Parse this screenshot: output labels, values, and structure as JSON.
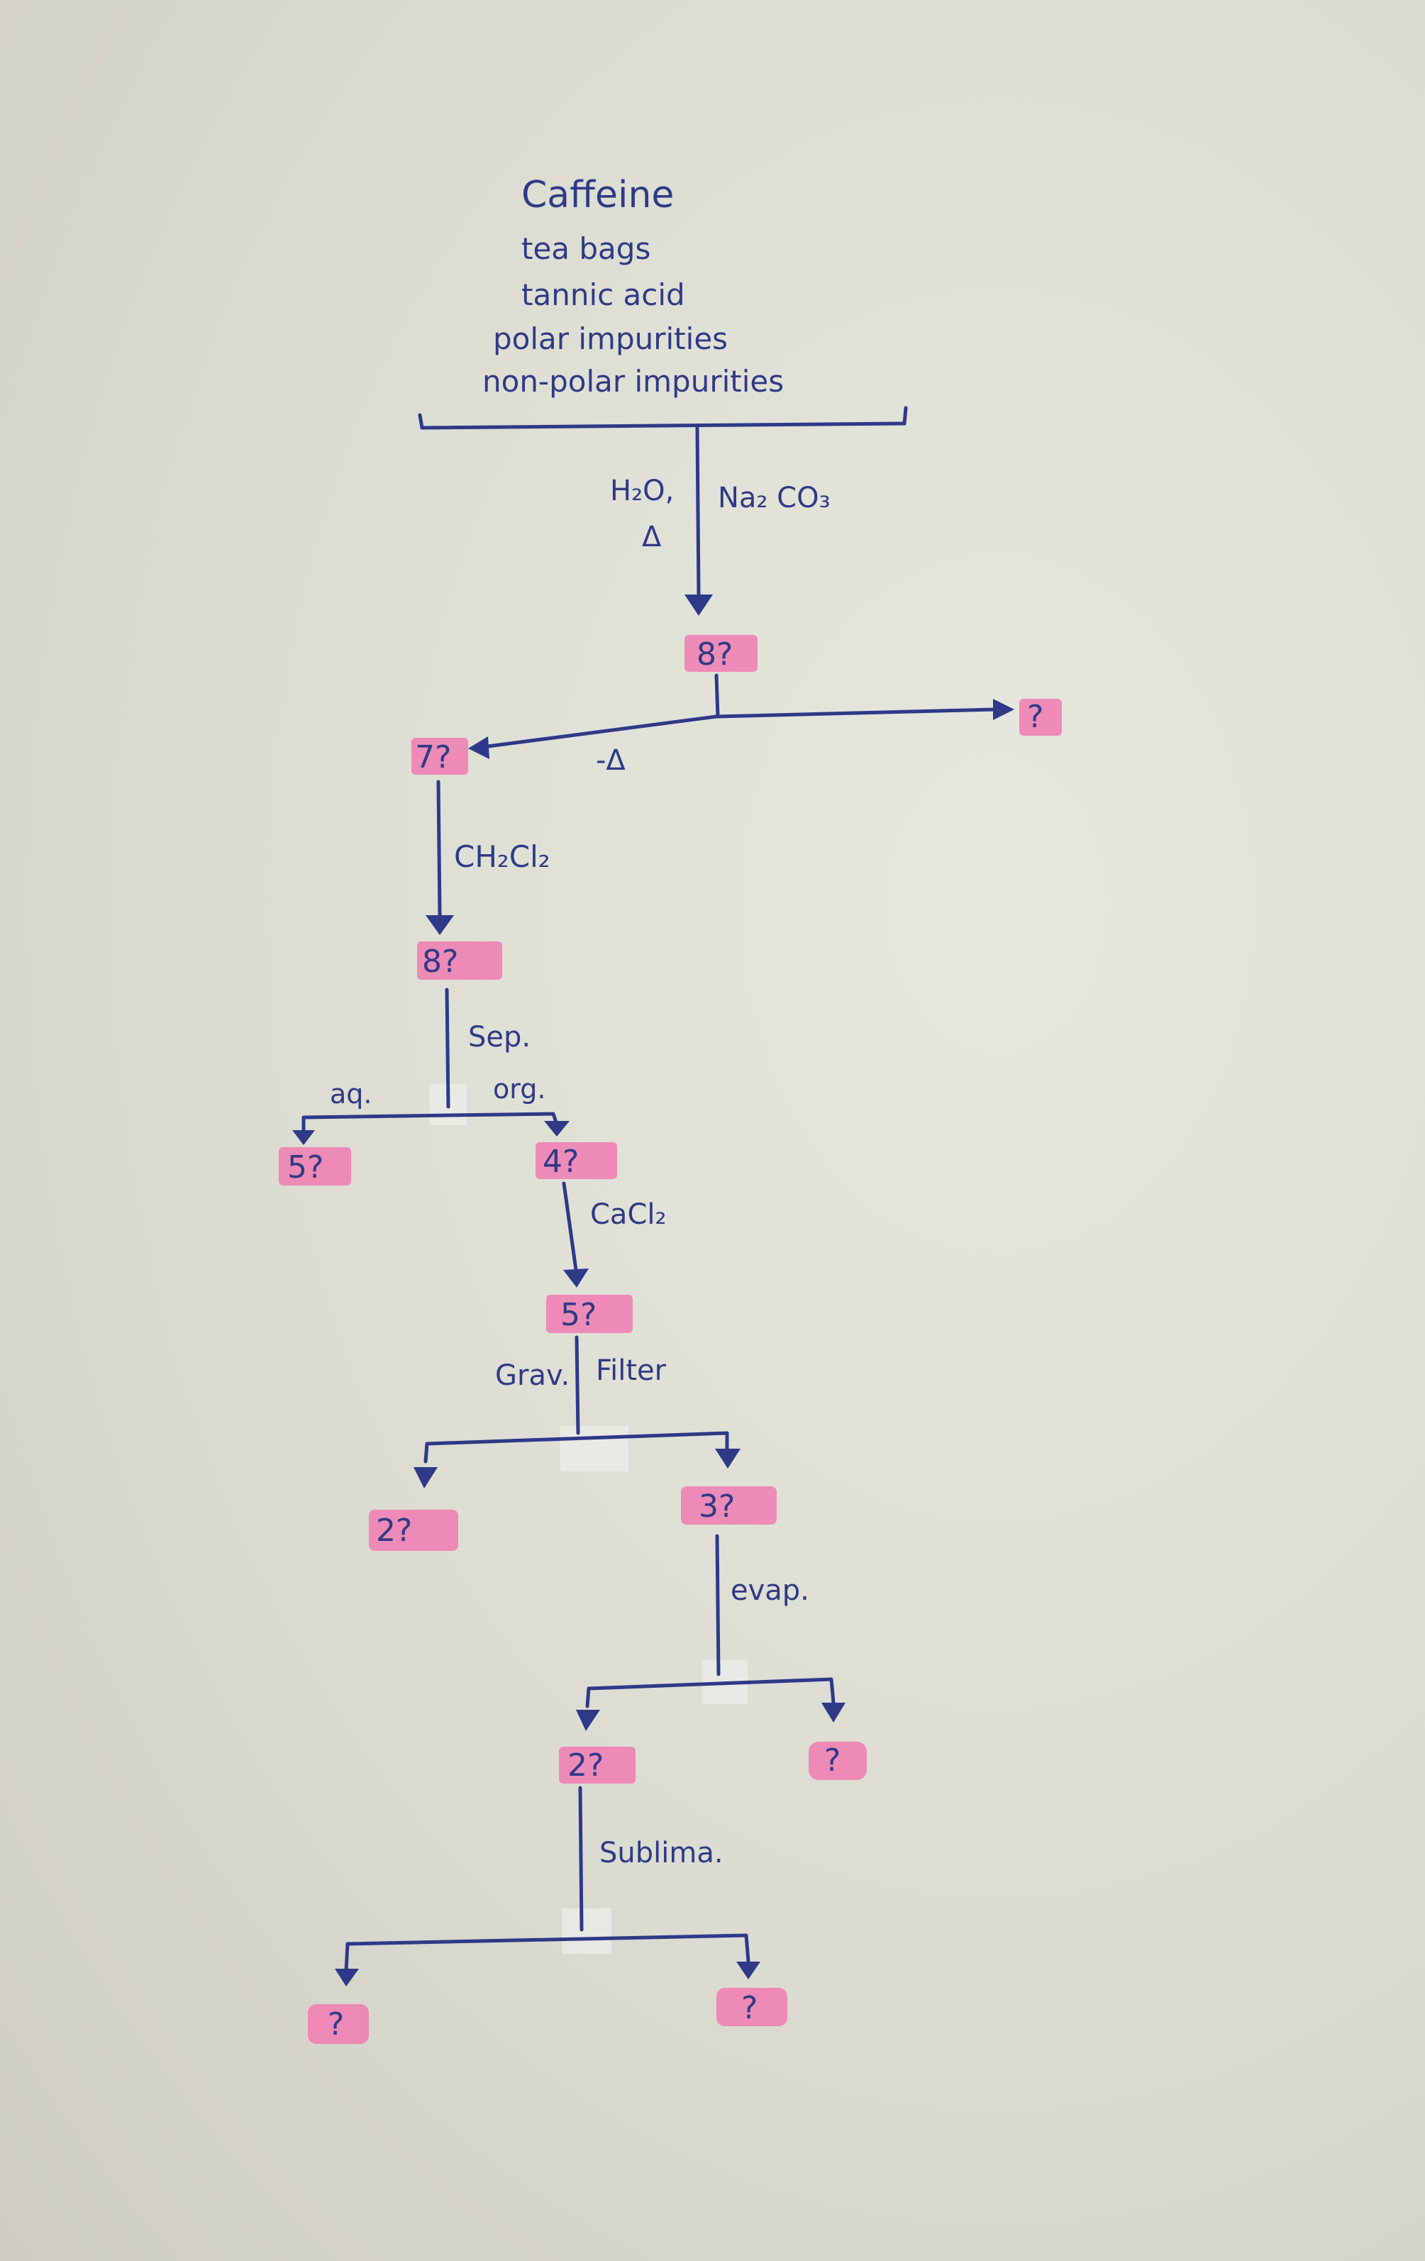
{
  "start": {
    "lines": [
      "Caffeine",
      "tea bags",
      "tannic acid",
      "polar impurities",
      "non-polar impurities"
    ]
  },
  "steps": {
    "reagent1_left": "H₂O,",
    "reagent1_delta": "Δ",
    "reagent1_right": "Na₂ CO₃",
    "box1": "8?",
    "right_unknown": "?",
    "heat_off": "-Δ",
    "box2": "7?",
    "solvent": "CH₂Cl₂",
    "box3": "8?",
    "sep": "Sep.",
    "aq": "aq.",
    "org": "org.",
    "box_aq": "5?",
    "box4": "4?",
    "drying": "CaCl₂",
    "box5": "5?",
    "grav": "Grav.",
    "filter": "Filter",
    "box_left": "2?",
    "box_right": "3?",
    "evap": "evap.",
    "box_evap_left": "2?",
    "box_evap_right": "?",
    "sublima": "Sublima.",
    "box_final_left": "?",
    "box_final_right": "?"
  },
  "colors": {
    "ink": "#2e3988",
    "highlight": "#f07bb0",
    "paper": "#dcdcd2"
  }
}
